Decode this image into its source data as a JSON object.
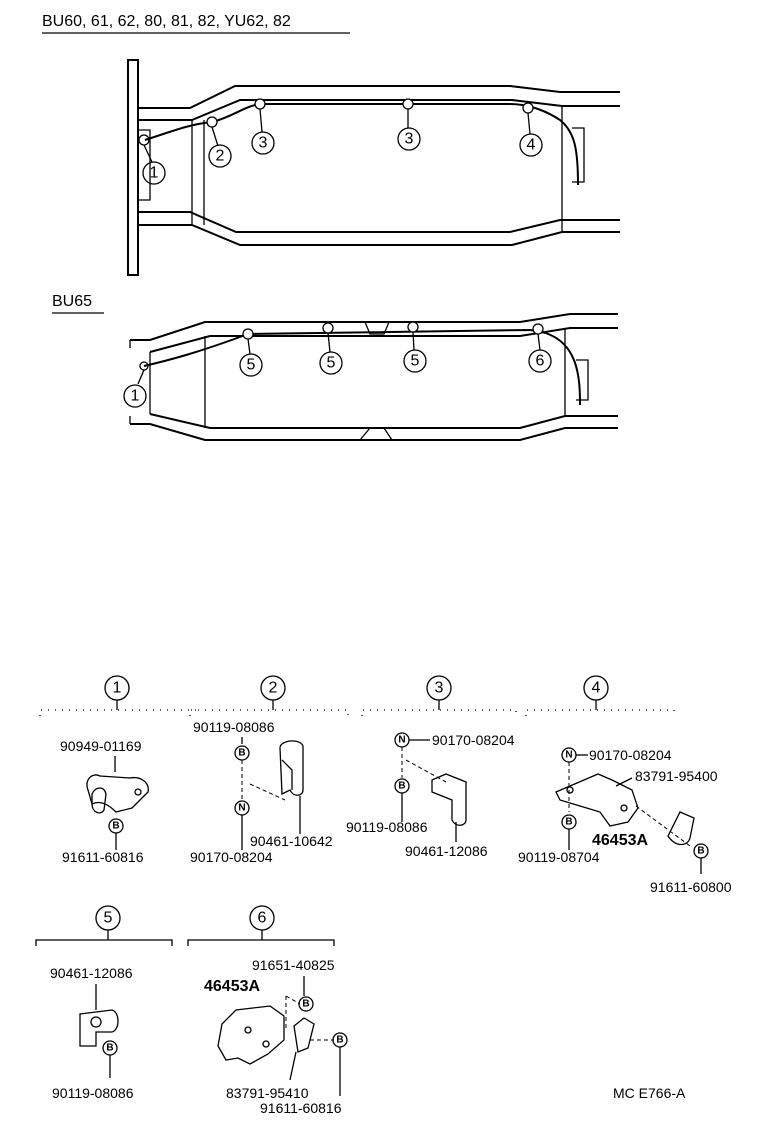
{
  "headings": {
    "top": "BU60, 61, 62, 80, 81, 82, YU62, 82",
    "middle": "BU65",
    "footer": "MC E766-A"
  },
  "callouts": {
    "c1": "1",
    "c2": "2",
    "c3": "3",
    "c4": "4",
    "c5": "5",
    "c6": "6"
  },
  "symbols": {
    "bolt": "B",
    "nut": "N"
  },
  "parts": {
    "p1": [
      "90949-01169",
      "91611-60816"
    ],
    "p2": [
      "90119-08086",
      "90461-10642",
      "90170-08204"
    ],
    "p3": [
      "90170-08204",
      "90119-08086",
      "90461-12086"
    ],
    "p4": [
      "90170-08204",
      "83791-95400",
      "46453A",
      "90119-08704",
      "91611-60800"
    ],
    "p5": [
      "90461-12086",
      "90119-08086"
    ],
    "p6": [
      "91651-40825",
      "46453A",
      "83791-95410",
      "91611-60816"
    ]
  }
}
